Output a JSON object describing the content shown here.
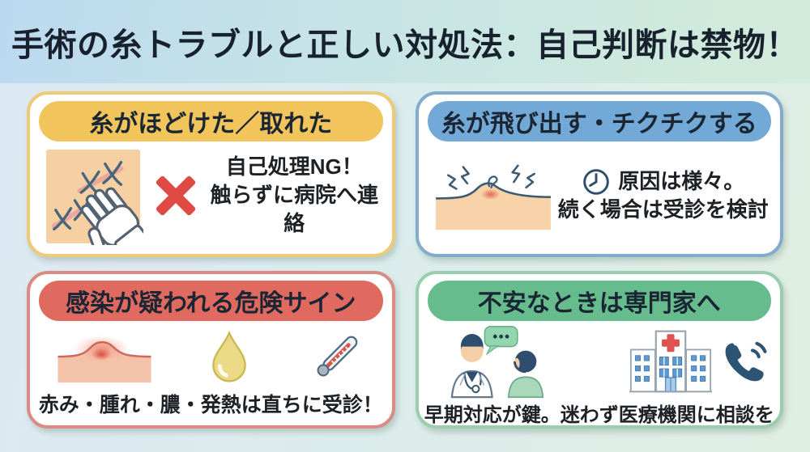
{
  "page": {
    "title": "手術の糸トラブルと正しい対処法：自己判断は禁物！",
    "title_color": "#18222e",
    "background": {
      "left": "#bcd9f0",
      "middle": "#c9e6e3",
      "right": "#d4ecd8"
    }
  },
  "cards": [
    {
      "id": "thread-loose",
      "header": "糸がほどけた／取れた",
      "accent": "#f2c45c",
      "border": "#edca75",
      "lines": [
        "自己処理NG！",
        "触らずに病院へ連絡"
      ],
      "icons": [
        "sutured-skin-with-hand",
        "prohibition-x"
      ]
    },
    {
      "id": "thread-sticking-out",
      "header": "糸が飛び出す・チクチクする",
      "accent": "#73a9d6",
      "border": "#84abcd",
      "lines": [
        "原因は様々。",
        "続く場合は受診を検討"
      ],
      "icons": [
        "skin-bump-thread",
        "clock"
      ]
    },
    {
      "id": "infection-warning",
      "header": "感染が疑われる危険サイン",
      "accent": "#e06a5f",
      "border": "#db8b84",
      "caption": "赤み・腫れ・膿・発熱は直ちに受診！",
      "icons": [
        "inflamed-swelling",
        "pus-droplet",
        "thermometer"
      ]
    },
    {
      "id": "consult-expert",
      "header": "不安なときは専門家へ",
      "accent": "#66bc8d",
      "border": "#9bceae",
      "caption": "早期対応が鍵。迷わず医療機関に相談を",
      "icons": [
        "doctor-patient-consultation",
        "hospital",
        "phone-call"
      ]
    }
  ]
}
